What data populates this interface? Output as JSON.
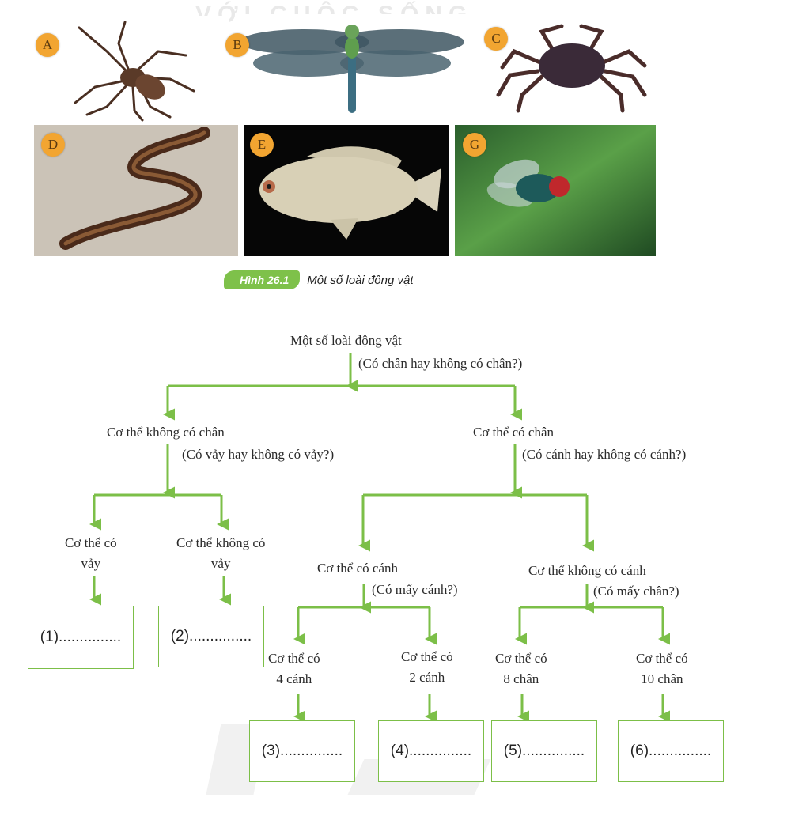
{
  "watermark": "VỚI CUỘC SỐNG",
  "photos": [
    {
      "label": "A",
      "animal": "spider"
    },
    {
      "label": "B",
      "animal": "dragonfly"
    },
    {
      "label": "C",
      "animal": "crab"
    },
    {
      "label": "D",
      "animal": "eel"
    },
    {
      "label": "E",
      "animal": "fish"
    },
    {
      "label": "G",
      "animal": "fly"
    }
  ],
  "caption": {
    "tag": "Hình 26.1",
    "text": "Một số loài động vật"
  },
  "tree": {
    "root": "Một số loài động vật",
    "root_question": "(Có chân hay không có chân?)",
    "no_legs": "Cơ thể không có chân",
    "no_legs_question": "(Có vảy hay không có vảy?)",
    "legs": "Cơ thể có chân",
    "legs_question": "(Có cánh hay không có cánh?)",
    "scales": "Cơ thể có\nvảy",
    "no_scales": "Cơ thể không có\nvảy",
    "wings": "Cơ thể có cánh",
    "wings_question": "(Có mấy cánh?)",
    "no_wings": "Cơ thể không có cánh",
    "no_wings_question": "(Có mấy chân?)",
    "four_wings": "Cơ thể có\n4 cánh",
    "two_wings": "Cơ thể có\n2 cánh",
    "eight_legs": "Cơ thể có\n8 chân",
    "ten_legs": "Cơ thể có\n10 chân",
    "blanks": [
      "(1)...............",
      "(2)...............",
      "(3)...............",
      "(4)...............",
      "(5)...............",
      "(6)..............."
    ]
  },
  "colors": {
    "line": "#7cbf48",
    "badge": "#f2a531",
    "caption_tag": "#7ec14a"
  }
}
